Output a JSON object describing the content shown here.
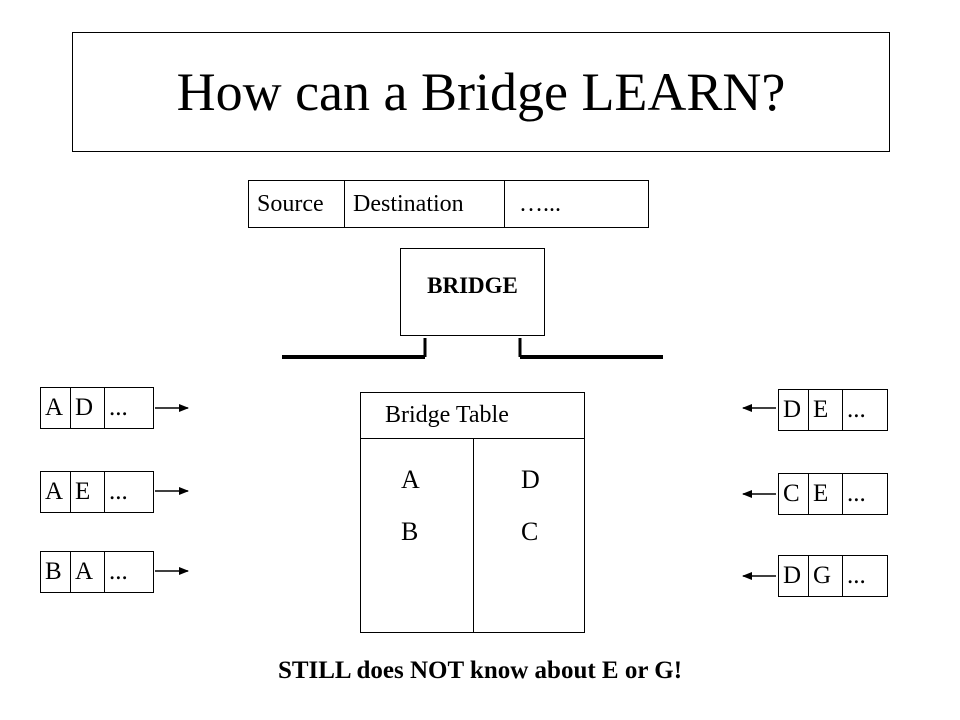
{
  "title": "How can  a Bridge LEARN?",
  "frame_header": {
    "source": "Source",
    "destination": "Destination",
    "rest": "…..."
  },
  "bridge_label": "BRIDGE",
  "bridge_table": {
    "title": "Bridge Table",
    "rows": [
      {
        "left": "A",
        "right": "D"
      },
      {
        "left": "B",
        "right": "C"
      }
    ]
  },
  "left_frames": [
    {
      "a": "A",
      "b": "D",
      "c": "..."
    },
    {
      "a": "A",
      "b": "E",
      "c": "..."
    },
    {
      "a": "B",
      "b": "A",
      "c": "..."
    }
  ],
  "right_frames": [
    {
      "a": "D",
      "b": "E",
      "c": "..."
    },
    {
      "a": "C",
      "b": "E",
      "c": "..."
    },
    {
      "a": "D",
      "b": "G",
      "c": "..."
    }
  ],
  "note": "STILL does NOT know about E or G!"
}
